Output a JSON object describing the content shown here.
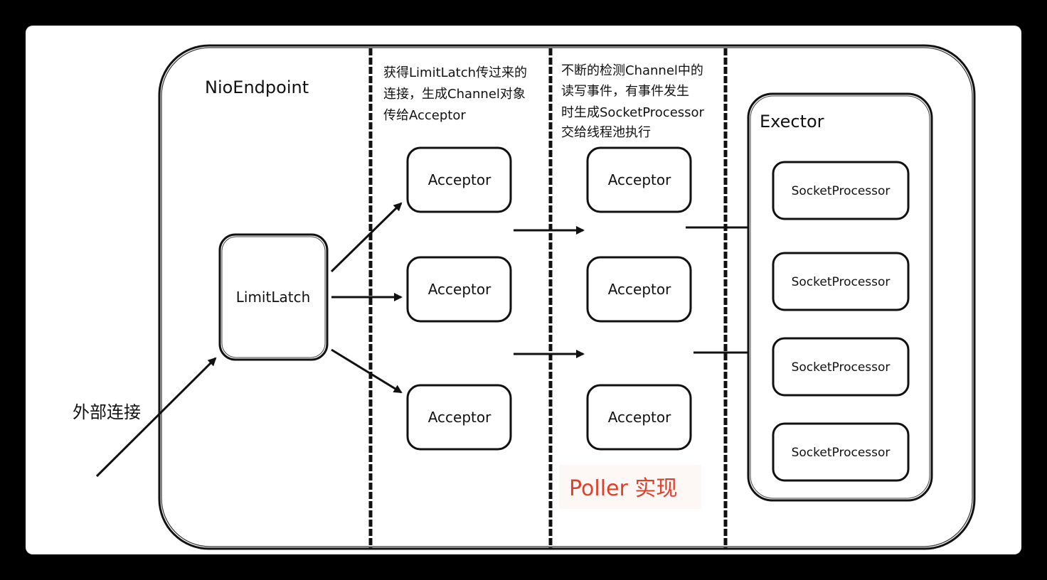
{
  "container": {
    "title": "NioEndpoint"
  },
  "external": {
    "label": "外部连接"
  },
  "limitlatch": {
    "label": "LimitLatch"
  },
  "acceptor_column": {
    "note_lines": [
      "获得LimitLatch传过来的",
      "连接，生成Channel对象",
      "传给Acceptor"
    ],
    "boxes": [
      "Acceptor",
      "Acceptor",
      "Acceptor"
    ]
  },
  "poller_column": {
    "note_lines": [
      "不断的检测Channel中的",
      "读写事件，有事件发生",
      "时生成SocketProcessor",
      "交给线程池执行"
    ],
    "boxes": [
      "Acceptor",
      "Acceptor",
      "Acceptor"
    ],
    "caption": "Poller 实现",
    "caption_color": "#e0402a"
  },
  "executor": {
    "title": "Exector",
    "boxes": [
      "SocketProcessor",
      "SocketProcessor",
      "SocketProcessor",
      "SocketProcessor"
    ]
  }
}
